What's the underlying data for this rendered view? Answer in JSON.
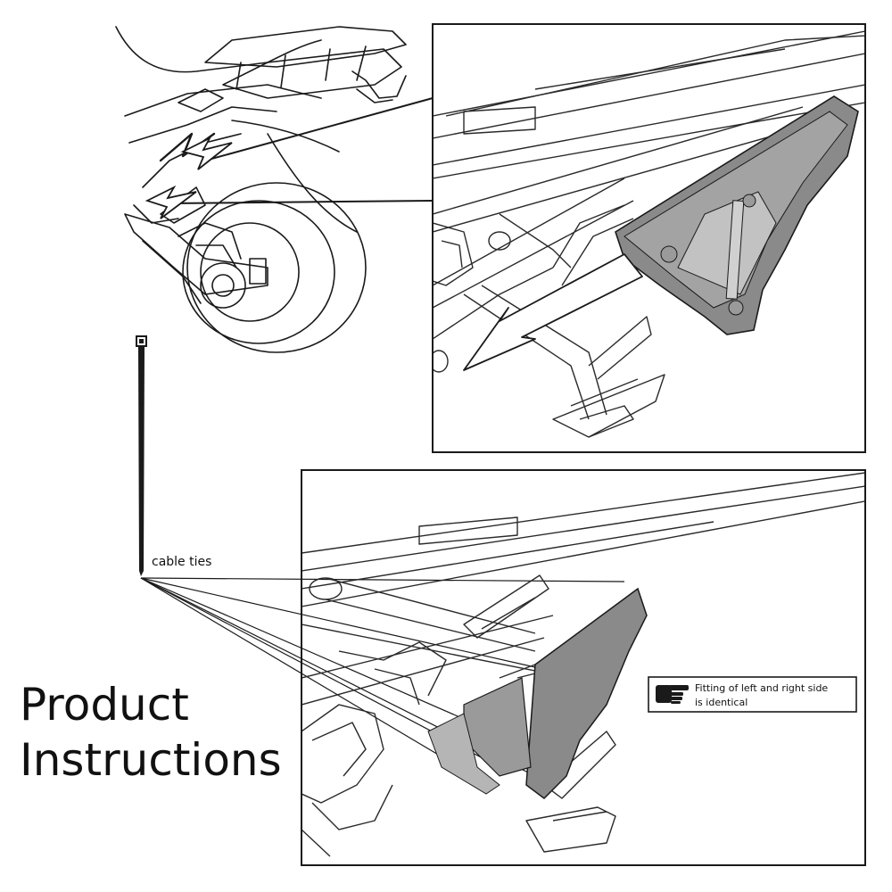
{
  "labels": {
    "cable_ties": "cable ties"
  },
  "title": {
    "line1": "Product",
    "line2": "Instructions"
  },
  "note": {
    "line1": "Fitting of left and right side",
    "line2": "is identical",
    "icon": "pointing-hand-icon"
  },
  "colors": {
    "line": "#1a1a1a",
    "part_fill": "#8a8a8a",
    "part_fill_light": "#b5b5b5",
    "background": "#ffffff"
  }
}
